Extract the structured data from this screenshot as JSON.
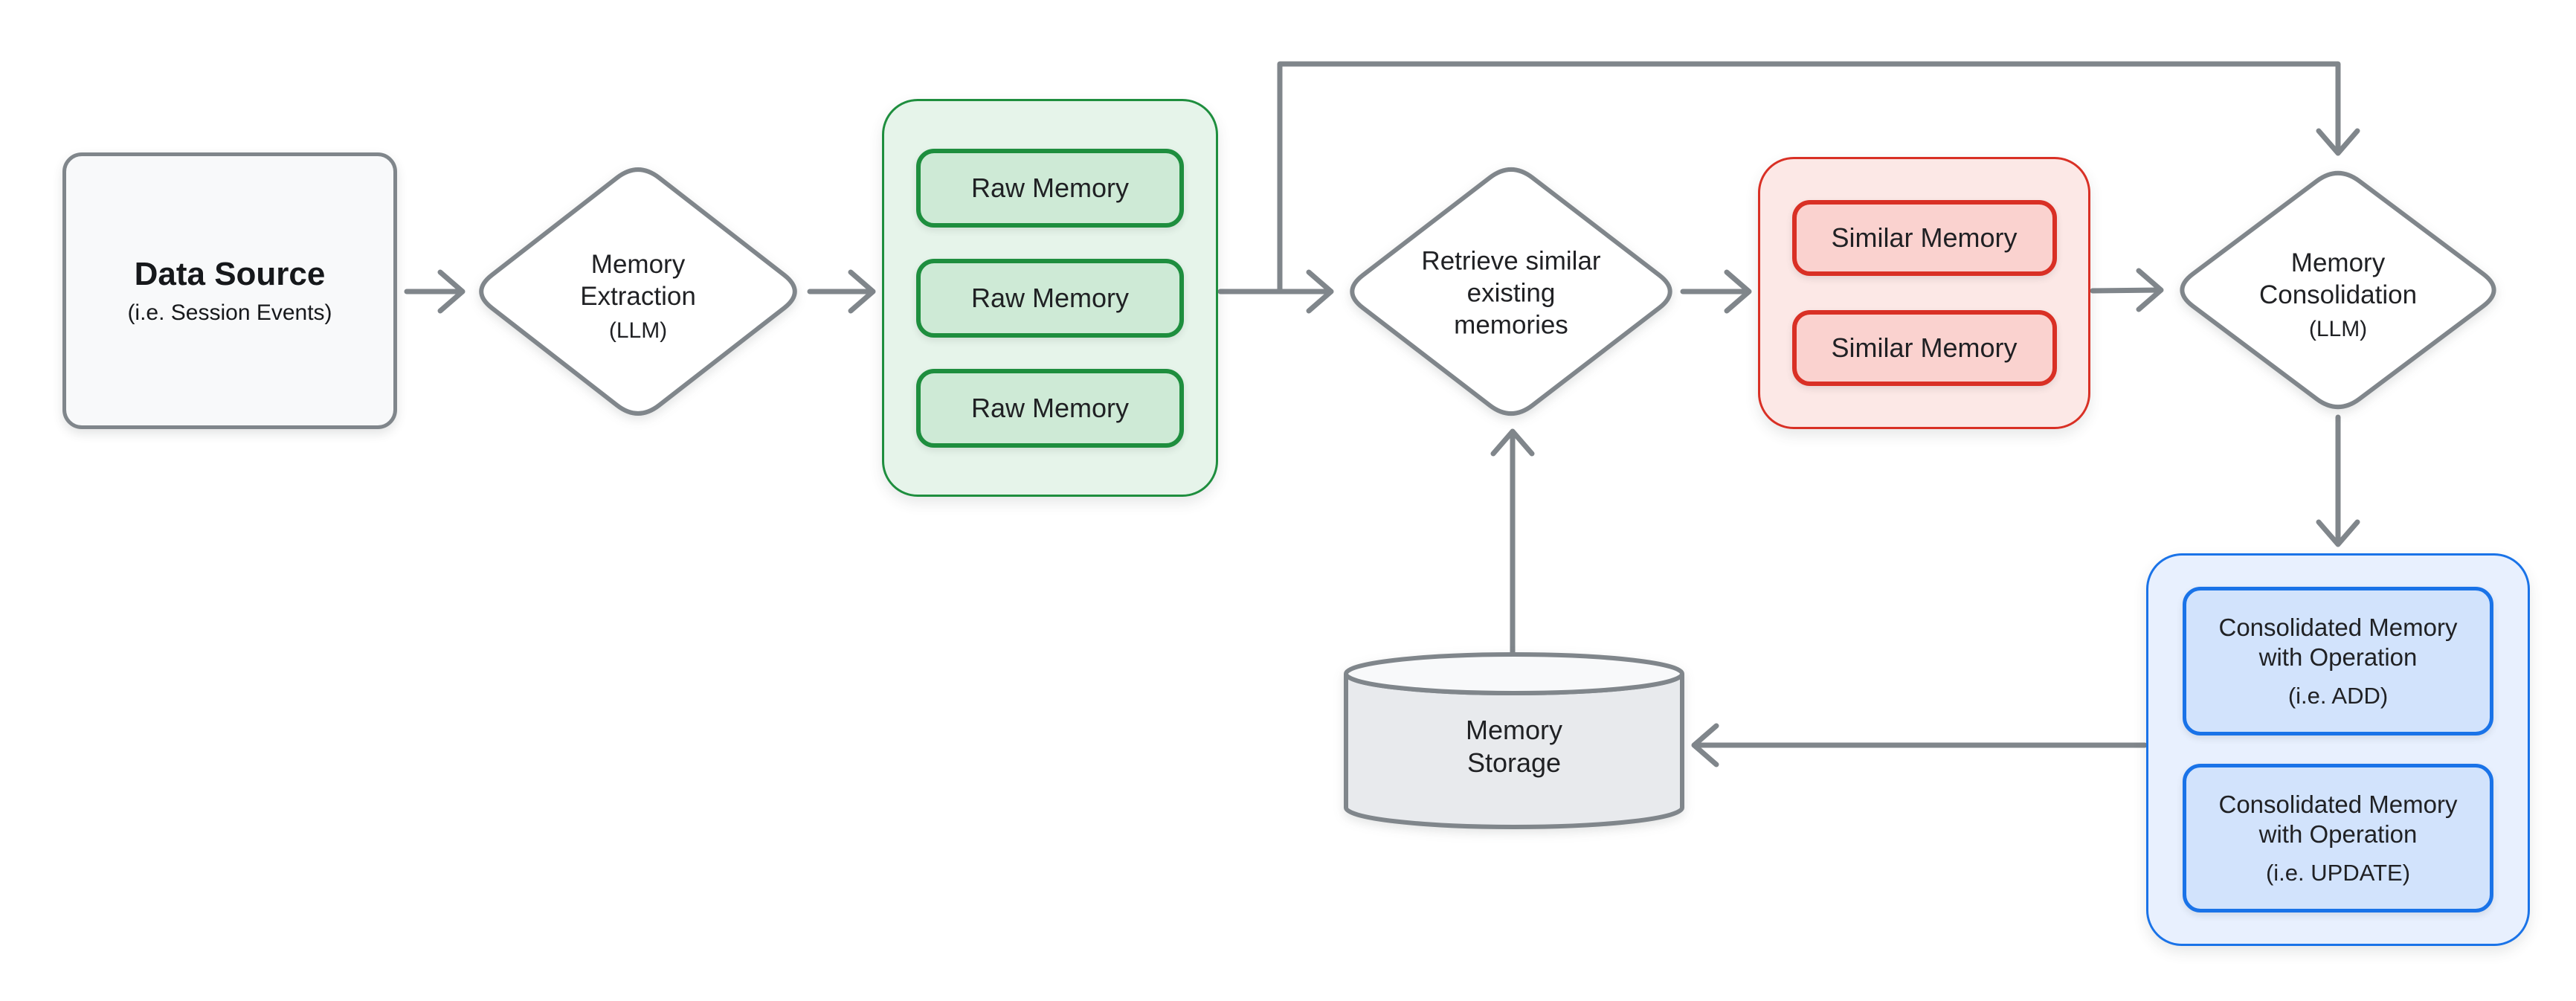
{
  "nodes": {
    "data_source": {
      "title": "Data Source",
      "subtitle": "(i.e. Session Events)"
    },
    "memory_extraction": {
      "lines": [
        "Memory",
        "Extraction"
      ],
      "subtitle": "(LLM)"
    },
    "raw_memories": {
      "items": [
        "Raw Memory",
        "Raw Memory",
        "Raw Memory"
      ]
    },
    "retrieve_similar": {
      "lines": [
        "Retrieve similar",
        "existing",
        "memories"
      ]
    },
    "similar_memories": {
      "items": [
        "Similar Memory",
        "Similar Memory"
      ]
    },
    "memory_consolidation": {
      "lines": [
        "Memory",
        "Consolidation"
      ],
      "subtitle": "(LLM)"
    },
    "consolidated_memories": {
      "items": [
        {
          "lines": [
            "Consolidated Memory",
            "with Operation"
          ],
          "subtitle": "(i.e. ADD)"
        },
        {
          "lines": [
            "Consolidated Memory",
            "with Operation"
          ],
          "subtitle": "(i.e. UPDATE)"
        }
      ]
    },
    "memory_storage": {
      "lines": [
        "Memory",
        "Storage"
      ]
    }
  },
  "colors": {
    "background": "#FFFFFF",
    "text": "#202124",
    "arrow_gray": "#80868B",
    "gray_node_border": "#80868B",
    "gray_node_fill": "#F8F9FA",
    "cylinder_body_fill": "#E8EAED",
    "green_border": "#1E8E3E",
    "green_container_fill": "#E6F4EA",
    "green_item_fill": "#CEEAD6",
    "red_border": "#D93025",
    "red_container_fill": "#FCE8E6",
    "red_item_fill": "#FAD2CF",
    "blue_border": "#1A73E8",
    "blue_container_fill": "#E8F0FE",
    "blue_item_fill": "#D2E3FC"
  }
}
